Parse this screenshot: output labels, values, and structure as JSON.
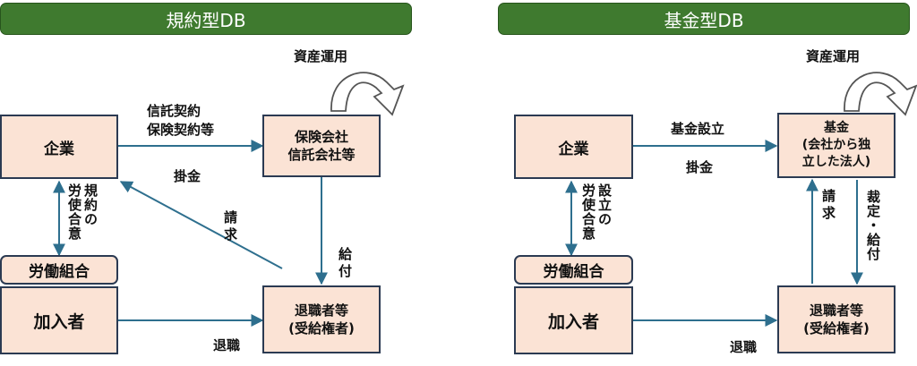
{
  "left": {
    "title": "規約型DB",
    "asset_label": "資産運用",
    "company": "企業",
    "insurer": "保険会社\n信託会社等",
    "union": "労働組合",
    "member": "加入者",
    "retiree": "退職者等\n(受給権者)",
    "contract_label": "信託契約\n保険契約等",
    "premium_label": "掛金",
    "agreement_label": "規約の\n労使合意",
    "claim_label": "請\n求",
    "benefit_label": "給\n付",
    "retire_label": "退職"
  },
  "right": {
    "title": "基金型DB",
    "asset_label": "資産運用",
    "company": "企業",
    "fund": "基金\n(会社から独\n立した法人)",
    "union": "労働組合",
    "member": "加入者",
    "retiree": "退職者等\n(受給権者)",
    "establish_label": "基金設立",
    "premium_label": "掛金",
    "agreement_label": "設立の\n労使合意",
    "claim_label": "請\n求",
    "ruling_label": "裁定・給付",
    "retire_label": "退職"
  }
}
